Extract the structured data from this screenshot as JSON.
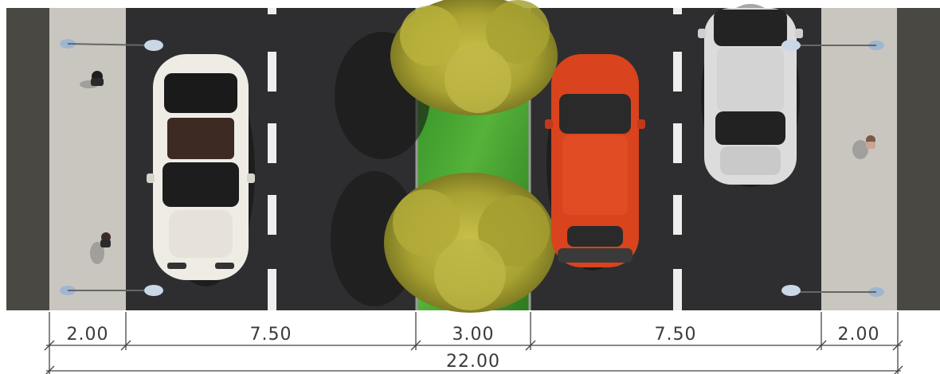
{
  "colors": {
    "building": "#4a4843",
    "sidewalk": "#c9c6c0",
    "asphalt": "#2e2e30",
    "lane_marking": "#eeeeee",
    "median_grass": "#3e9a2c",
    "tree_canopy": "#b7b23a",
    "car_white": "#efece6",
    "car_orange": "#d9431d",
    "car_silver": "#dcdcdc",
    "dimension_line": "#444444"
  },
  "cross_section": {
    "segments": [
      {
        "id": "sidewalk-left",
        "type": "sidewalk",
        "width_label": "2.00",
        "width_m": 2.0
      },
      {
        "id": "carriageway-left",
        "type": "carriageway",
        "width_label": "7.50",
        "width_m": 7.5
      },
      {
        "id": "median",
        "type": "median",
        "width_label": "3.00",
        "width_m": 3.0
      },
      {
        "id": "carriageway-right",
        "type": "carriageway",
        "width_label": "7.50",
        "width_m": 7.5
      },
      {
        "id": "sidewalk-right",
        "type": "sidewalk",
        "width_label": "2.00",
        "width_m": 2.0
      }
    ],
    "total_label": "22.00",
    "total_m": 22.0
  },
  "icons": [
    "car-icon",
    "tree-icon",
    "pedestrian-icon",
    "street-lamp-icon"
  ]
}
